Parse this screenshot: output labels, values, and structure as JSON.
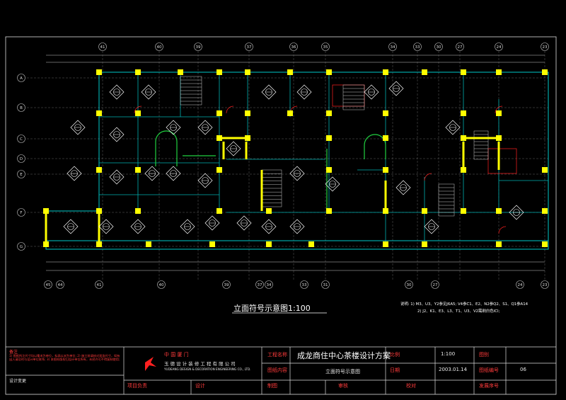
{
  "drawing": {
    "caption": "立面符号示意图1:100",
    "notes": [
      "说明: 1) M3、U3、Y2参见J6A5; V4参C1、E2、N2参Q2、S1、Q1参A14",
      "2) J2、K1、E3、L3、T1、U3、V2需刷白色ICI;"
    ],
    "column_labels": [
      "41",
      "40",
      "39",
      "37",
      "36",
      "35",
      "34",
      "33",
      "30",
      "27",
      "24",
      "23"
    ],
    "bottom_column_labels": [
      "45",
      "44",
      "41",
      "40",
      "39",
      "37",
      "34",
      "33",
      "31",
      "30",
      "27",
      "24",
      "23"
    ],
    "row_labels": [
      "A",
      "B",
      "C",
      "D",
      "E",
      "F",
      "G"
    ]
  },
  "title_block": {
    "remarks_label": "备注",
    "remarks_text": "1) 图纸所注尺寸均以毫米为单位，标高以米为单位; 2) 施工前请核对现场尺寸，如有出入请及时与设计单位联系; 3) 本图纸版权归设计单位所有，未经许可不得复制使用;",
    "design_change_label": "设计变更",
    "company_cn": "中 国     厦 门",
    "company_name": "玉 德 设 计 装 修 工 程 有 限 公 司",
    "company_en": "YUDEANG DESIGN & DECORATION ENGINEERING CO., LTD.",
    "project_label": "工程名称",
    "project_name": "成龙商住中心茶楼设计方案",
    "drawing_content_label": "图纸内容",
    "drawing_content": "立面符号示意图",
    "scale_label": "比例",
    "scale": "1:100",
    "drawing_no_label": "图别",
    "date_label": "日期",
    "date": "2003.01.14",
    "sheet_no_label": "图纸编号",
    "sheet_no": "06",
    "project_lead_label": "项目负责",
    "design_label": "设计",
    "drawing_label": "制图",
    "review_label": "审核",
    "check_label": "校对",
    "issue_no_label": "发展序号"
  },
  "colors": {
    "wall": "#ffff00",
    "partition": "#00c8c8",
    "accent": "#ff2020",
    "green": "#20d040",
    "frame": "#ffffff"
  }
}
